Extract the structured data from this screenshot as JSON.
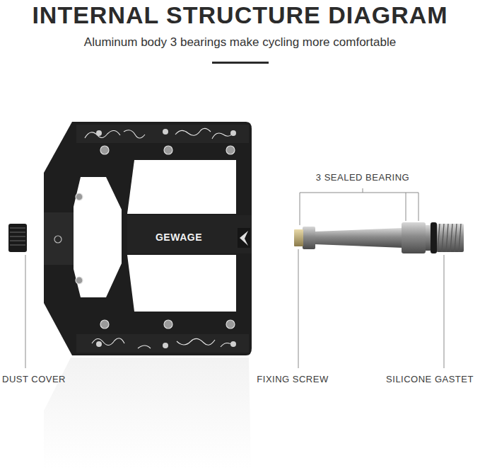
{
  "diagram": {
    "title": "INTERNAL STRUCTURE DIAGRAM",
    "labels": [
      "Aluminum body 3 bearings make cycling more comfortable",
      "GEWAGE",
      "3 SEALED BEARING",
      "DUST COVER",
      "FIXING SCREW",
      "SILICONE GASTET"
    ]
  }
}
